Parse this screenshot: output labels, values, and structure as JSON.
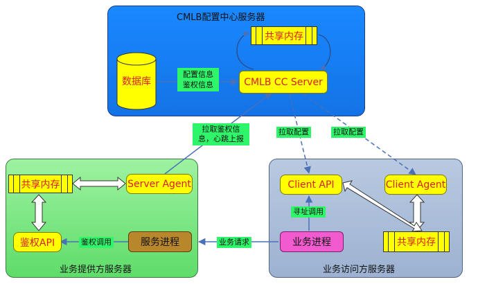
{
  "panels": {
    "config_center": "CMLB配置中心服务器",
    "provider": "业务提供方服务器",
    "consumer": "业务访问方服务器"
  },
  "nodes": {
    "database": "数据库",
    "cc_server": "CMLB CC Server",
    "shared_mem_top": "共享内存",
    "shared_mem_left": "共享内存",
    "server_agent": "Server Agent",
    "auth_api": "鉴权API",
    "service_process": "服务进程",
    "client_api": "Client API",
    "client_agent": "Client Agent",
    "business_process": "业务进程",
    "shared_mem_right": "共享内存"
  },
  "labels": {
    "config_info": "配置信息",
    "auth_info": "鉴权信息",
    "pull_auth_line1": "拉取鉴权信",
    "pull_auth_line2": "息，心跳上报",
    "pull_config_1": "拉取配置",
    "pull_config_2": "拉取配置",
    "address_call": "寻址调用",
    "auth_call": "鉴权调用",
    "business_request": "业务请求"
  },
  "colors": {
    "top_panel": "#1a88ff",
    "left_panel": "#5fdc6a",
    "right_panel": "#a6b9d8",
    "node_fill": "#ffff00",
    "node_text": "#d8201f",
    "label_fill": "#2ef56a",
    "service_process": "#b8862b",
    "business_process": "#f25bd0",
    "arrow": "#4a70b8"
  }
}
